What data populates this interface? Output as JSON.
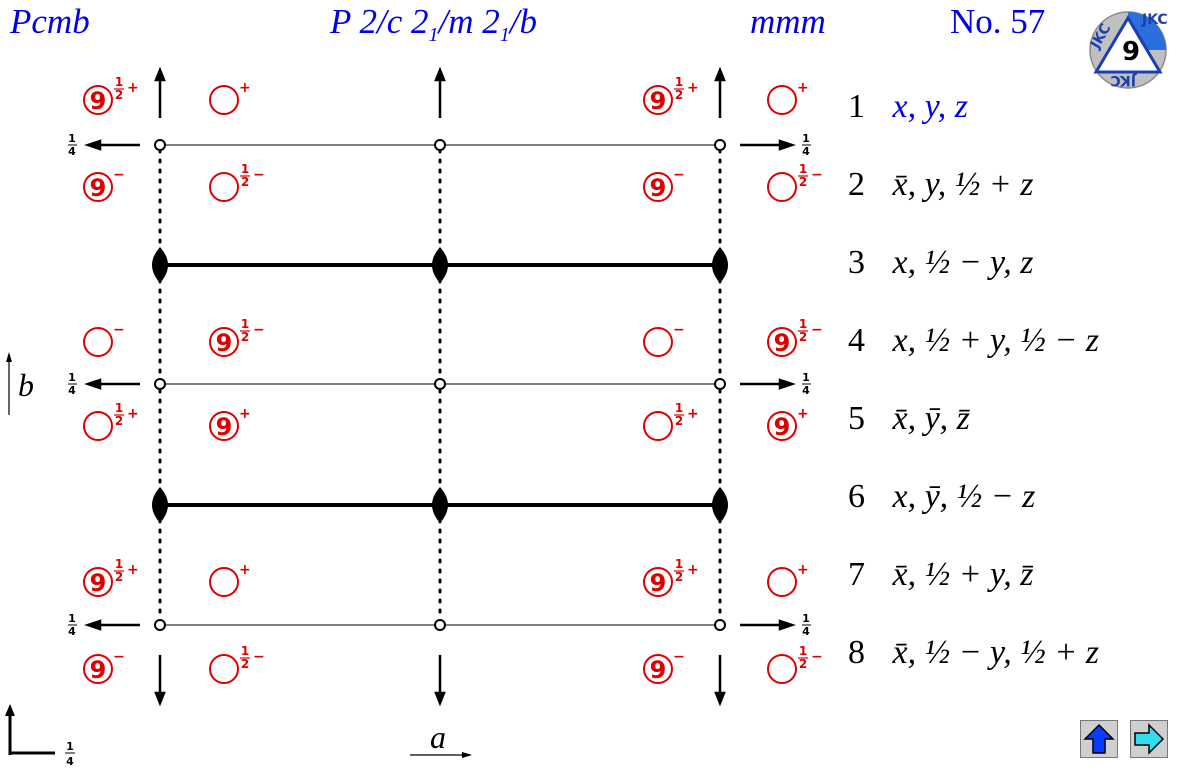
{
  "header": {
    "short_symbol": "Pcmb",
    "full_symbol": "P 2/c 21/m 21/b",
    "point_group": "mmm",
    "number_label": "No. 57"
  },
  "logo": {
    "text": "JKC"
  },
  "axes": {
    "a": "a",
    "b": "b",
    "origin_fraction": "1/4"
  },
  "height_labels": {
    "quarter": "1/4",
    "half_plus": "1/2+",
    "half_minus": "1/2−",
    "plus": "+",
    "minus": "−"
  },
  "coordinates": [
    {
      "n": "1",
      "expr": "x, y, z"
    },
    {
      "n": "2",
      "expr": "x̄, y, ½ + z"
    },
    {
      "n": "3",
      "expr": "x, ½ − y, z"
    },
    {
      "n": "4",
      "expr": "x, ½ + y, ½ − z"
    },
    {
      "n": "5",
      "expr": "x̄, ȳ, z̄"
    },
    {
      "n": "6",
      "expr": "x, ȳ, ½ − z"
    },
    {
      "n": "7",
      "expr": "x̄, ½ + y, z̄"
    },
    {
      "n": "8",
      "expr": "x̄, ½ − y, ½ + z"
    }
  ],
  "nav": {
    "up": "up-arrow-icon",
    "next": "right-arrow-icon"
  },
  "colors": {
    "title": "#0000ee",
    "positions": "#dd0000",
    "symmetry": "#000000"
  }
}
